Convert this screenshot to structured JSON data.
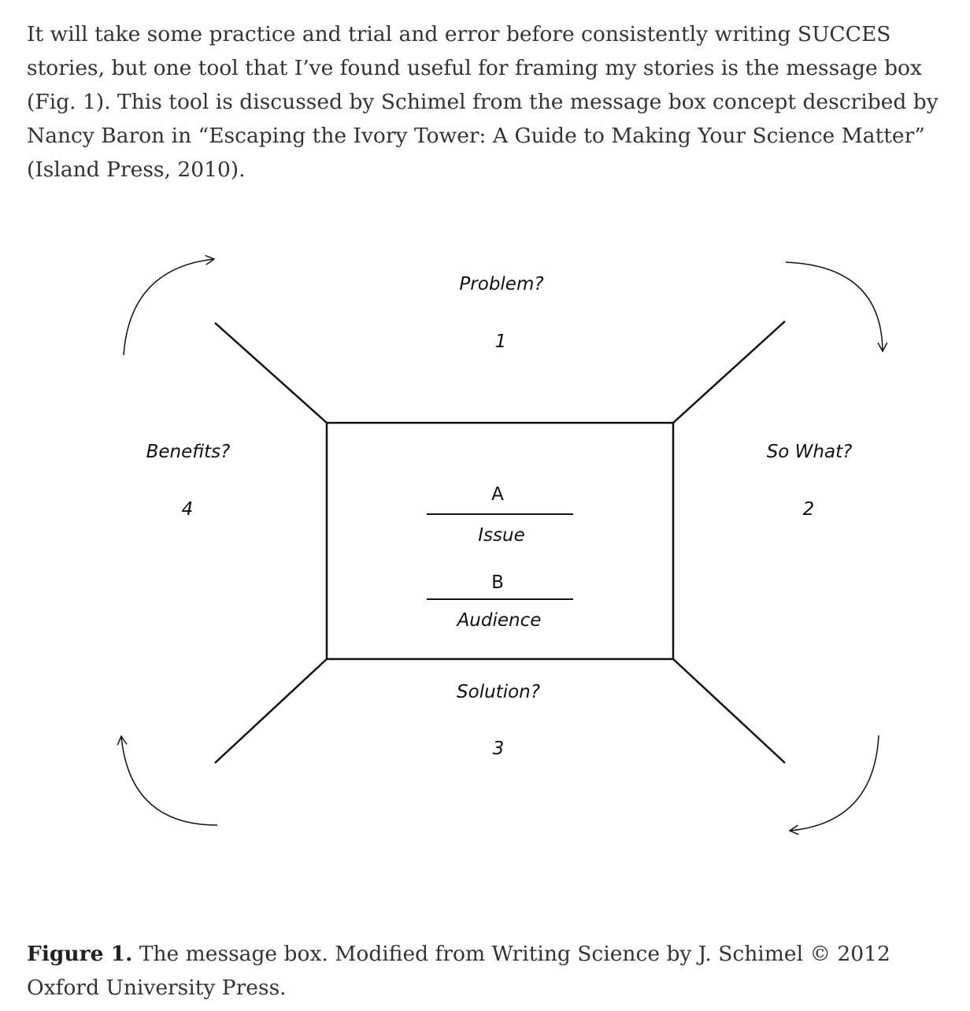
{
  "intro_text": "It will take some practice and trial and error before consistently writing SUCCES stories, but one tool that I’ve found useful for framing my stories is the message box (Fig. 1). This tool is discussed by Schimel from the message box concept described by Nancy Baron in “Escaping the Ivory Tower: A Guide to Making Your Science Matter” (Island Press, 2010).",
  "diagram": {
    "top": {
      "label": "Problem?",
      "number": "1"
    },
    "right": {
      "label": "So What?",
      "number": "2"
    },
    "bottom": {
      "label": "Solution?",
      "number": "3"
    },
    "left": {
      "label": "Benefits?",
      "number": "4"
    },
    "center": {
      "line1": "A",
      "line2": "Issue",
      "line3": "B",
      "line4": "Audience"
    },
    "line_color": "#111111"
  },
  "caption": {
    "label": "Figure 1.",
    "text": " The message box. Modified from Writing Science by J. Schimel © 2012 Oxford University Press."
  }
}
